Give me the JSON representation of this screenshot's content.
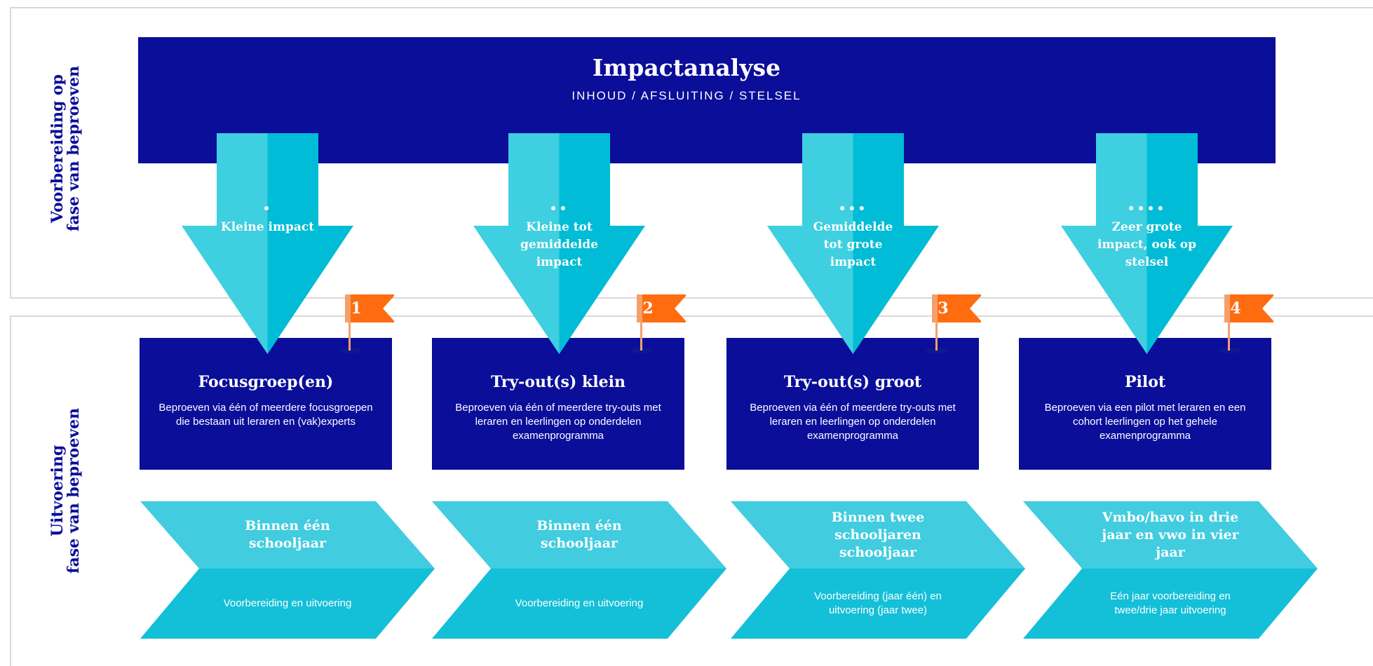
{
  "side_labels": {
    "top": [
      "Voorbereiding op",
      "fase van beproeven"
    ],
    "bottom": [
      "Uitvoering",
      "fase van beproeven"
    ]
  },
  "impact": {
    "title": "Impactanalyse",
    "subtitle": "INHOUD / AFSLUITING / STELSEL"
  },
  "arrows": [
    {
      "dots": "•",
      "label": "Kleine impact"
    },
    {
      "dots": "••",
      "label": "Kleine tot gemiddelde impact"
    },
    {
      "dots": "•••",
      "label": "Gemiddelde tot grote impact"
    },
    {
      "dots": "••••",
      "label": "Zeer grote impact, ook op stelsel"
    }
  ],
  "flags": [
    "1",
    "2",
    "3",
    "4"
  ],
  "phases": [
    {
      "title": "Focusgroep(en)",
      "description": "Beproeven via één of meerdere focusgroepen die bestaan uit leraren en (vak)experts"
    },
    {
      "title": "Try-out(s)  klein",
      "description": "Beproeven via één of meerdere try-outs met leraren en leerlingen op onderdelen examenprogramma"
    },
    {
      "title": "Try-out(s) groot",
      "description": "Beproeven via één of meerdere try-outs met leraren en leerlingen op onderdelen examenprogramma"
    },
    {
      "title": "Pilot",
      "description": "Beproeven via een pilot met leraren en een cohort leerlingen op het gehele examenprogramma"
    }
  ],
  "timelines": [
    {
      "title": "Binnen één schooljaar",
      "description": "Voorbereiding en uitvoering"
    },
    {
      "title": "Binnen één schooljaar",
      "description": "Voorbereiding en uitvoering"
    },
    {
      "title": "Binnen twee schooljaren schooljaar",
      "description": "Voorbereiding (jaar één) en uitvoering (jaar twee)"
    },
    {
      "title": "Vmbo/havo in drie jaar  en vwo in vier jaar",
      "description": "Eén jaar voorbereiding en twee/drie jaar uitvoering"
    }
  ],
  "colors": {
    "navy": "#0a0e99",
    "cyan_light": "#3ecfe0",
    "cyan_dark": "#00bcd6",
    "chevron_top": "#41cce0",
    "chevron_bottom": "#14bfd8",
    "flag_orange": "#ff6c10",
    "flag_pole": "#f5a06b",
    "section_border": "#d9d9d9"
  }
}
